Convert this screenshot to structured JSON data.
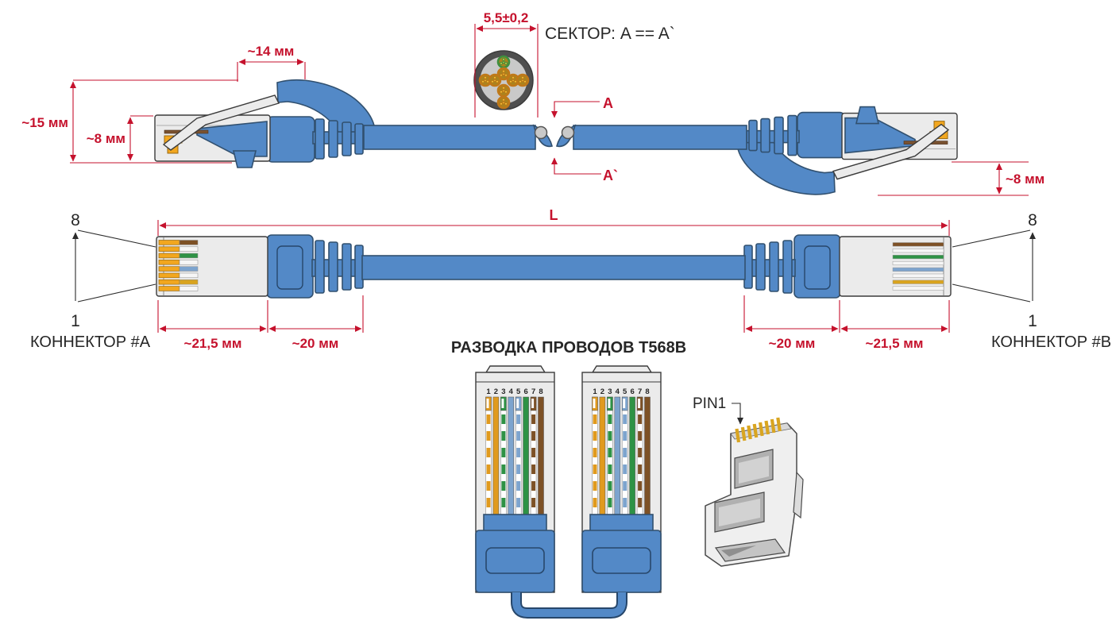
{
  "colors": {
    "dimension_red": "#c5122d",
    "cable_blue": "#5389c7",
    "cable_blue_outline": "#31506f",
    "housing_gray": "#ebebeb",
    "contact_gold": "#f2a71f",
    "jacket_dark_gray": "#4f4f4f",
    "text_dark": "#262626"
  },
  "top_left": {
    "dim_width": "~14 мм",
    "dim_height": "~15 мм",
    "dim_plug": "~8 мм"
  },
  "cross_section": {
    "dim": "5,5±0,2",
    "sector": "СЕКТОР: A == A`",
    "a": "A",
    "a_prime": "A`"
  },
  "top_right": {
    "dim_plug": "~8 мм"
  },
  "cable": {
    "length": "L",
    "pin8": "8",
    "pin1": "1",
    "connector_a": "КОННЕКТОР #A",
    "connector_b": "КОННЕКТОР #B",
    "dim_a_plug": "~21,5 мм",
    "dim_a_boot": "~20 мм",
    "dim_b_boot": "~20 мм",
    "dim_b_plug": "~21,5 мм"
  },
  "wiring": {
    "title": "РАЗВОДКА ПРОВОДОВ T568B",
    "pin1_label": "PIN1",
    "pins": [
      "1",
      "2",
      "3",
      "4",
      "5",
      "6",
      "7",
      "8"
    ],
    "t568b": [
      {
        "pin": "1",
        "striped": true,
        "hex": "#e09a1e"
      },
      {
        "pin": "2",
        "striped": false,
        "hex": "#e09a1e"
      },
      {
        "pin": "3",
        "striped": true,
        "hex": "#2e9245"
      },
      {
        "pin": "4",
        "striped": false,
        "hex": "#7da4ce"
      },
      {
        "pin": "5",
        "striped": true,
        "hex": "#7da4ce"
      },
      {
        "pin": "6",
        "striped": false,
        "hex": "#2e9245"
      },
      {
        "pin": "7",
        "striped": true,
        "hex": "#7d5126"
      },
      {
        "pin": "8",
        "striped": false,
        "hex": "#7d5126"
      }
    ],
    "side_wire_rows": [
      "#7d5126",
      "#f6f6f6",
      "#2e9245",
      "#f6f6f6",
      "#7da4ce",
      "#f6f6f6",
      "#d9a41f",
      "#f6f6f6"
    ]
  }
}
